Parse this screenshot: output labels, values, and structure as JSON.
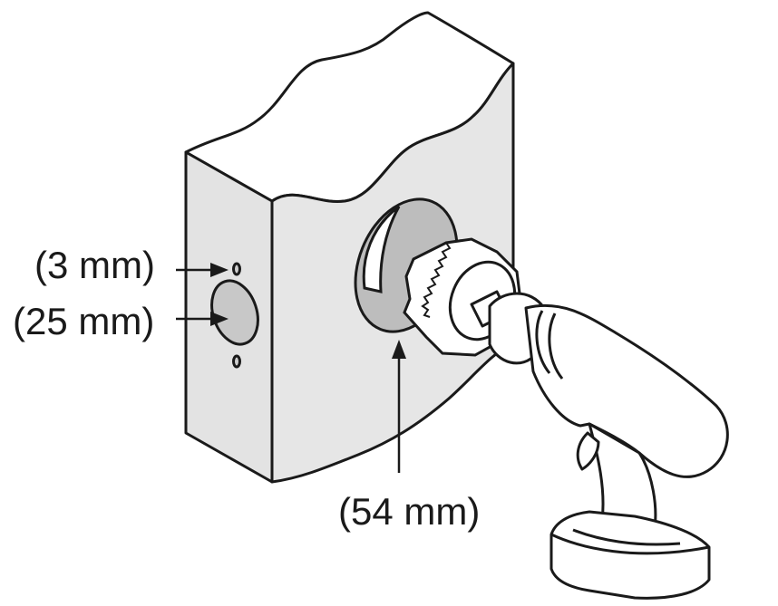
{
  "labels": {
    "small_hole": "(3 mm)",
    "face_bore": "(25 mm)",
    "cross_bore": "(54 mm)"
  },
  "colors": {
    "line": "#1a1a1a",
    "door_face": "#e6e6e6",
    "door_edge": "#e3e3e3",
    "bore_interior": "#bdbdbd",
    "hole_fill": "#cfcfcf",
    "drill_body": "#ffffff"
  }
}
